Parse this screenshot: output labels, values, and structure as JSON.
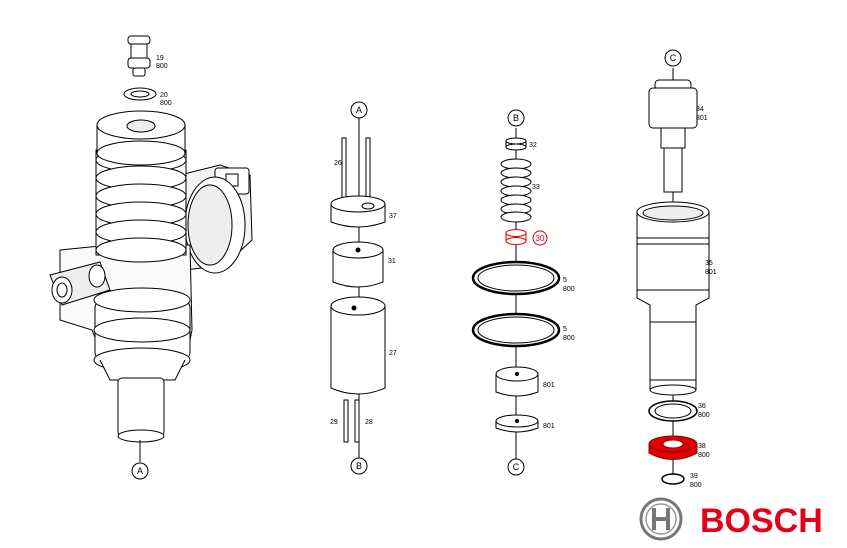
{
  "brand": {
    "name": "BOSCH",
    "color": "#e2001a"
  },
  "connectors": {
    "a": "A",
    "b": "B",
    "c": "C"
  },
  "highlight_color": "#e00000",
  "parts": {
    "p19": {
      "num": "19",
      "code": "800"
    },
    "p20": {
      "num": "20",
      "code": "800"
    },
    "p26": {
      "num": "26"
    },
    "p37": {
      "num": "37"
    },
    "p31": {
      "num": "31"
    },
    "p27": {
      "num": "27"
    },
    "p29": {
      "num": "29"
    },
    "p28": {
      "num": "28"
    },
    "p32": {
      "num": "32"
    },
    "p33": {
      "num": "33"
    },
    "p30": {
      "num": "30"
    },
    "p5a": {
      "num": "5",
      "code": "800"
    },
    "p5b": {
      "num": "5",
      "code": "800"
    },
    "p801a": {
      "num": "801"
    },
    "p801b": {
      "num": "801"
    },
    "p34": {
      "num": "34",
      "code": "801"
    },
    "p35": {
      "num": "35",
      "code": "801"
    },
    "p36": {
      "num": "36",
      "code": "800"
    },
    "p38": {
      "num": "38",
      "code": "800"
    },
    "p39": {
      "num": "39",
      "code": "800"
    }
  }
}
